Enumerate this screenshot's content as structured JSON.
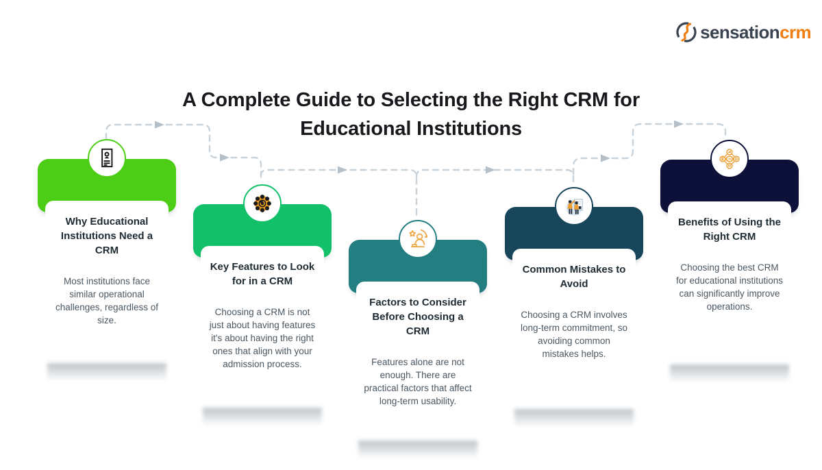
{
  "theme": {
    "connector": "#C8D2DA",
    "arrowhead": "#B4BFC8",
    "orange": "#F07E12",
    "title-color": "#17191C"
  },
  "logo": {
    "icon": "sensation-swoosh-icon",
    "part1": "sensation",
    "part2": "crm"
  },
  "heading": {
    "line1": "A Complete Guide to Selecting the Right CRM for",
    "line2": "Educational Institutions"
  },
  "cards": [
    {
      "icon": "id-card-icon",
      "color": "#4CCE17",
      "title": "Why Educational Institutions Need a CRM",
      "body": "Most institutions face similar operational challenges, regardless of size."
    },
    {
      "icon": "feature-gears-icon",
      "color": "#12C06A",
      "title": "Key Features to Look for in a CRM",
      "body": "Choosing a CRM is not just about having features it's about having the right ones that align with your admission process."
    },
    {
      "icon": "person-star-icon",
      "color": "#237E82",
      "title": "Factors to Consider Before Choosing a CRM",
      "body": "Features alone are not enough. There are practical factors that affect long-term usability."
    },
    {
      "icon": "team-whiteboard-icon",
      "color": "#17465B",
      "title": "Common Mistakes to Avoid",
      "body": "Choosing a CRM involves long-term commitment, so avoiding common mistakes helps."
    },
    {
      "icon": "crm-network-icon",
      "color": "#0D1038",
      "title": "Benefits of Using the Right CRM",
      "body": "Choosing the best CRM for educational institutions can significantly improve operations."
    }
  ]
}
